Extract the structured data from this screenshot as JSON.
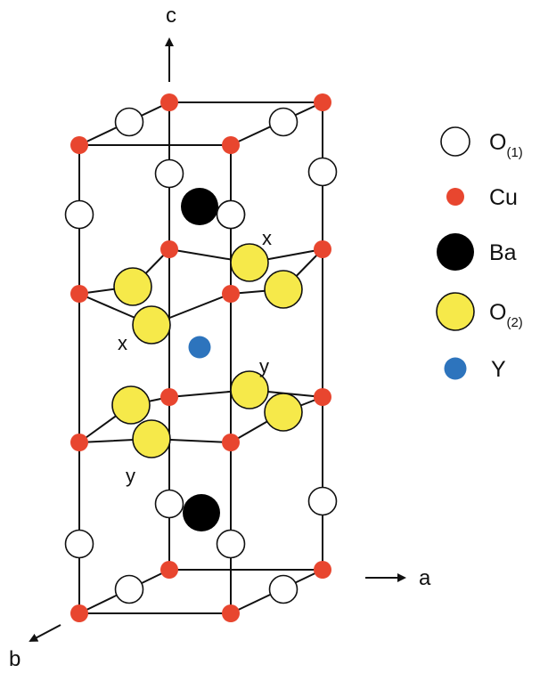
{
  "axes": {
    "c": "c",
    "a": "a",
    "b": "b"
  },
  "site_labels": [
    "x",
    "x",
    "y",
    "y"
  ],
  "legend": [
    {
      "symbol": "O",
      "sub": "(1)",
      "color": "#ffffff",
      "icon": "o1-atom-icon"
    },
    {
      "symbol": "Cu",
      "sub": "",
      "color": "#e8462f",
      "icon": "cu-atom-icon"
    },
    {
      "symbol": "Ba",
      "sub": "",
      "color": "#000000",
      "icon": "ba-atom-icon"
    },
    {
      "symbol": "O",
      "sub": "(2)",
      "color": "#f6e94a",
      "icon": "o2-atom-icon"
    },
    {
      "symbol": "Y",
      "sub": "",
      "color": "#2d74bd",
      "icon": "y-atom-icon"
    }
  ],
  "colors": {
    "O1": "#ffffff",
    "Cu": "#e8462f",
    "Ba": "#000000",
    "O2": "#f6e94a",
    "Y": "#2d74bd",
    "bond": "#111111"
  }
}
